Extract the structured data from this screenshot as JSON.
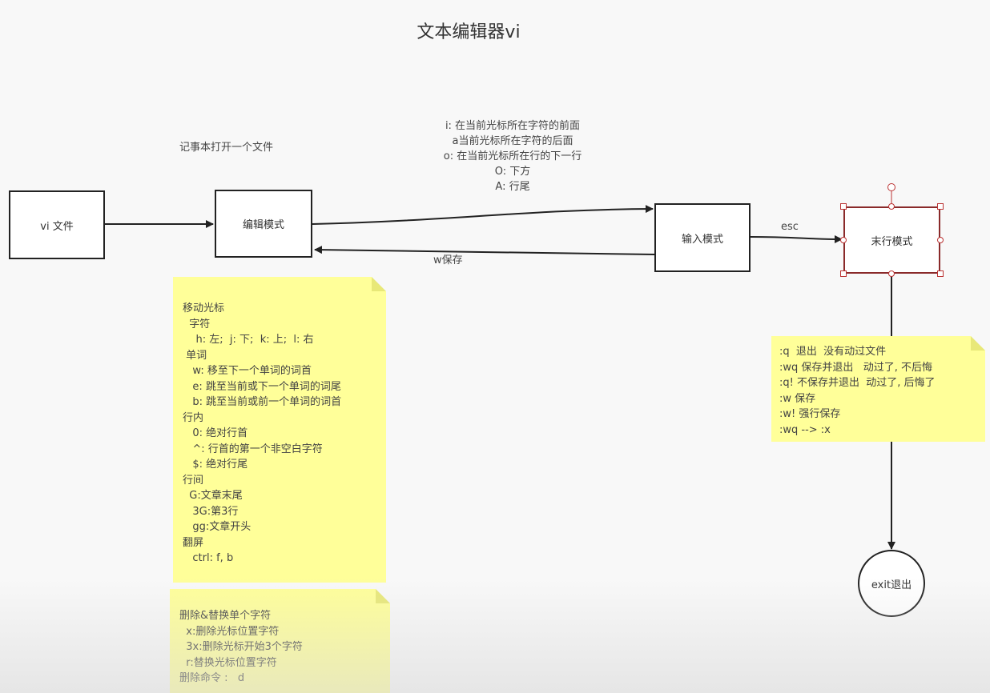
{
  "title": "文本编辑器vi",
  "nodes": {
    "vi_file": "vi 文件",
    "edit_mode": "编辑模式",
    "input_mode": "输入模式",
    "lastline_mode": "末行模式",
    "exit": "exit退出"
  },
  "labels": {
    "notepad": "记事本打开一个文件",
    "insert_cmds": [
      "i: 在当前光标所在字符的前面",
      "a当前光标所在字符的后面",
      "o: 在当前光标所在行的下一行",
      "O: 下方",
      "A: 行尾"
    ],
    "esc": "esc",
    "w_save": "w保存"
  },
  "notes": {
    "movement": [
      "移动光标",
      "  字符",
      "    h: 左;  j: 下;  k: 上;  l: 右",
      " 单词",
      "   w: 移至下一个单词的词首",
      "   e: 跳至当前或下一个单词的词尾",
      "   b: 跳至当前或前一个单词的词首",
      "行内",
      "   0: 绝对行首",
      "   ^: 行首的第一个非空白字符",
      "   $: 绝对行尾",
      "行间",
      "  G:文章末尾",
      "   3G:第3行",
      "   gg:文章开头",
      "翻屏",
      "   ctrl: f, b"
    ],
    "delete": [
      "删除&替换单个字符",
      "  x:删除光标位置字符",
      "  3x:删除光标开始3个字符",
      "  r:替换光标位置字符",
      "删除命令 :   d"
    ],
    "lastline": [
      ":q  退出  没有动过文件",
      ":wq 保存并退出   动过了, 不后悔",
      ":q! 不保存并退出  动过了, 后悔了",
      ":w 保存",
      ":w! 强行保存",
      ":wq --> :x"
    ]
  },
  "colors": {
    "note_fill": "#ffff99",
    "stroke": "#222222",
    "selection_handle": "#b33333"
  }
}
